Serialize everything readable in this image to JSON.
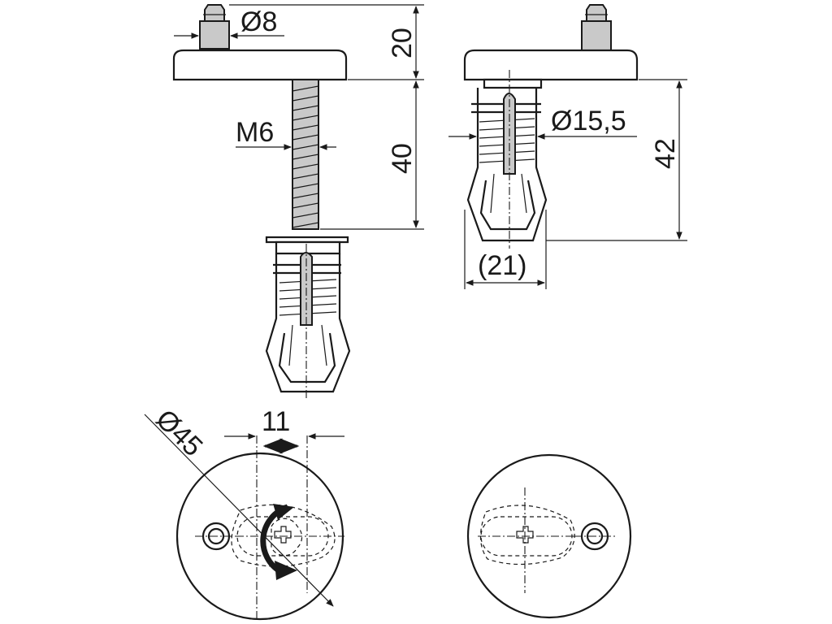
{
  "dimensions": {
    "pin_diameter": "Ø8",
    "plate_height": "20",
    "thread": "M6",
    "bolt_length": "40",
    "anchor_diameter": "Ø15,5",
    "anchor_length": "42",
    "anchor_width": "(21)",
    "slot_offset": "11",
    "plate_diameter": "Ø45"
  },
  "icons": {
    "rotation": "rotate-arrow-icon",
    "adjust": "double-arrow-icon"
  },
  "colors": {
    "line": "#1a1a1a",
    "pin_fill": "#c9c9c9",
    "background": "#ffffff"
  }
}
